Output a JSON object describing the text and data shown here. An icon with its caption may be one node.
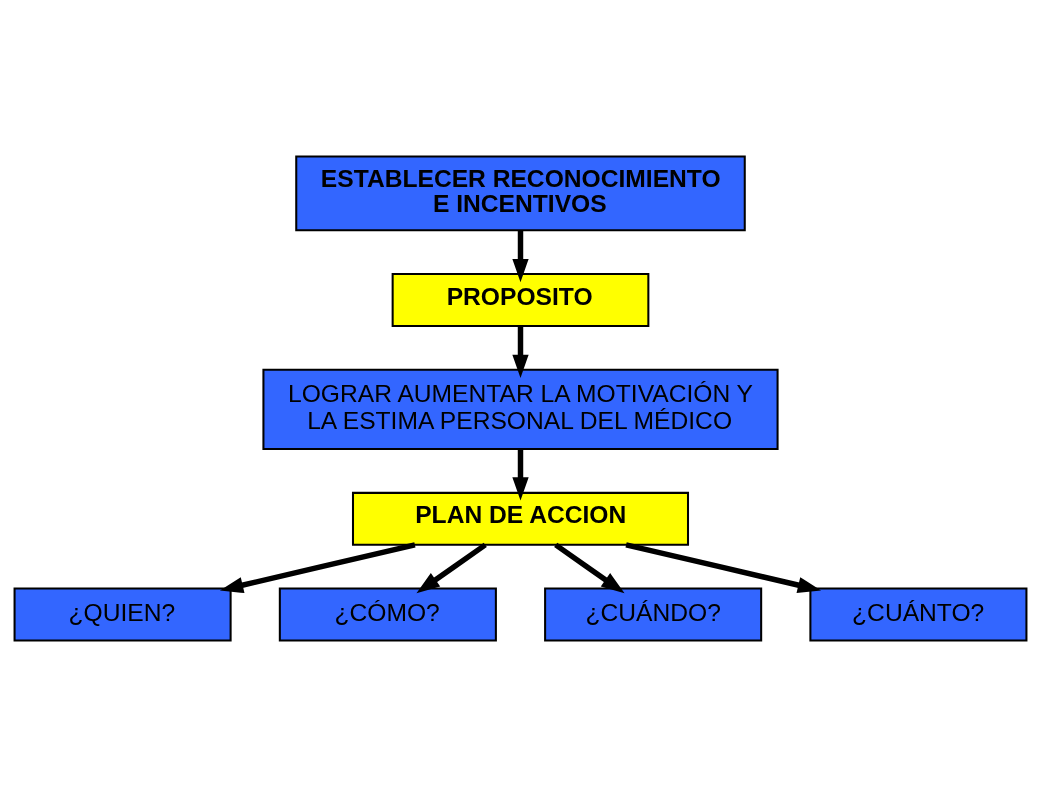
{
  "diagram": {
    "nodes": [
      {
        "text": [
          "ESTABLECER RECONOCIMIENTO E INCENTIVOS"
        ]
      },
      {
        "text": [
          "PROPOSITO"
        ]
      },
      {
        "text": [
          "LOGRAR AUMENTAR LA MOTIVACIÓN Y LA ESTIMA PERSONAL DEL MÉDICO"
        ]
      },
      {
        "text": [
          "PLAN DE ACCION"
        ]
      },
      {
        "text": [
          "¿QUIEN?"
        ]
      },
      {
        "text": [
          "¿CÓMO?"
        ]
      },
      {
        "text": [
          "¿CUÁNDO?"
        ]
      },
      {
        "text": [
          "¿CUÁNTO?"
        ]
      }
    ],
    "edges": [
      {
        "from": 0,
        "to": 1,
        "arrow": "to"
      },
      {
        "from": 1,
        "to": 2,
        "arrow": "to"
      },
      {
        "from": 2,
        "to": 3,
        "arrow": "to"
      },
      {
        "from": 3,
        "to": 4,
        "arrow": "to"
      },
      {
        "from": 3,
        "to": 5,
        "arrow": "to"
      },
      {
        "from": 3,
        "to": 6,
        "arrow": "to"
      },
      {
        "from": 3,
        "to": 7,
        "arrow": "to"
      }
    ]
  }
}
